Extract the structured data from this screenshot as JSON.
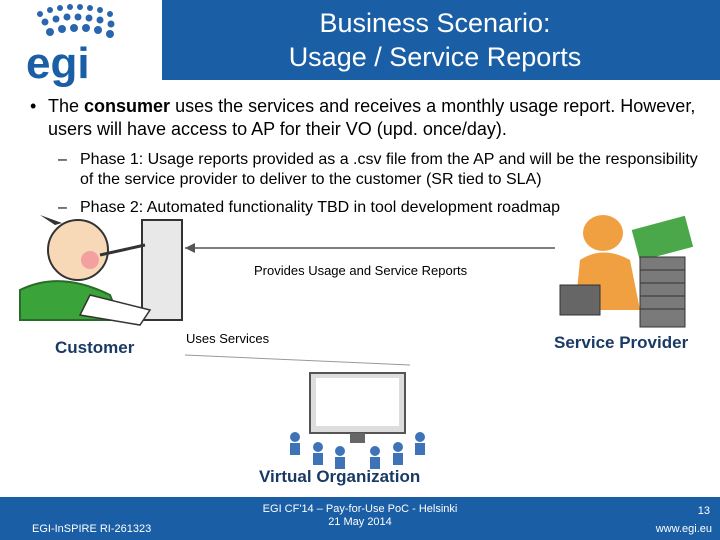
{
  "header": {
    "logo_text": "egi",
    "title_line1": "Business Scenario:",
    "title_line2": "Usage / Service Reports"
  },
  "body": {
    "bullet_prefix": "The ",
    "bullet_bold": "consumer",
    "bullet_rest": " uses the services and receives a monthly usage report. However, users will have access to AP for their VO (upd. once/day).",
    "phase1": "Phase 1: Usage reports provided as a .csv file from the AP and will be the responsibility of the service provider to deliver to the customer (SR tied to SLA)",
    "phase2": "Phase 2: Automated functionality TBD in tool development roadmap"
  },
  "diagram": {
    "arrow_top_label": "Provides Usage and Service Reports",
    "arrow_mid_label": "Uses Services",
    "customer_label": "Customer",
    "provider_label": "Service Provider",
    "vo_label": "Virtual Organization"
  },
  "footer": {
    "left": "EGI-InSPIRE RI-261323",
    "mid_line1": "EGI CF'14 – Pay-for-Use PoC - Helsinki",
    "mid_line2": "21 May 2014",
    "page": "13",
    "url": "www.egi.eu"
  },
  "colors": {
    "brand_blue": "#1a5ea6",
    "label_navy": "#1a3a66"
  }
}
